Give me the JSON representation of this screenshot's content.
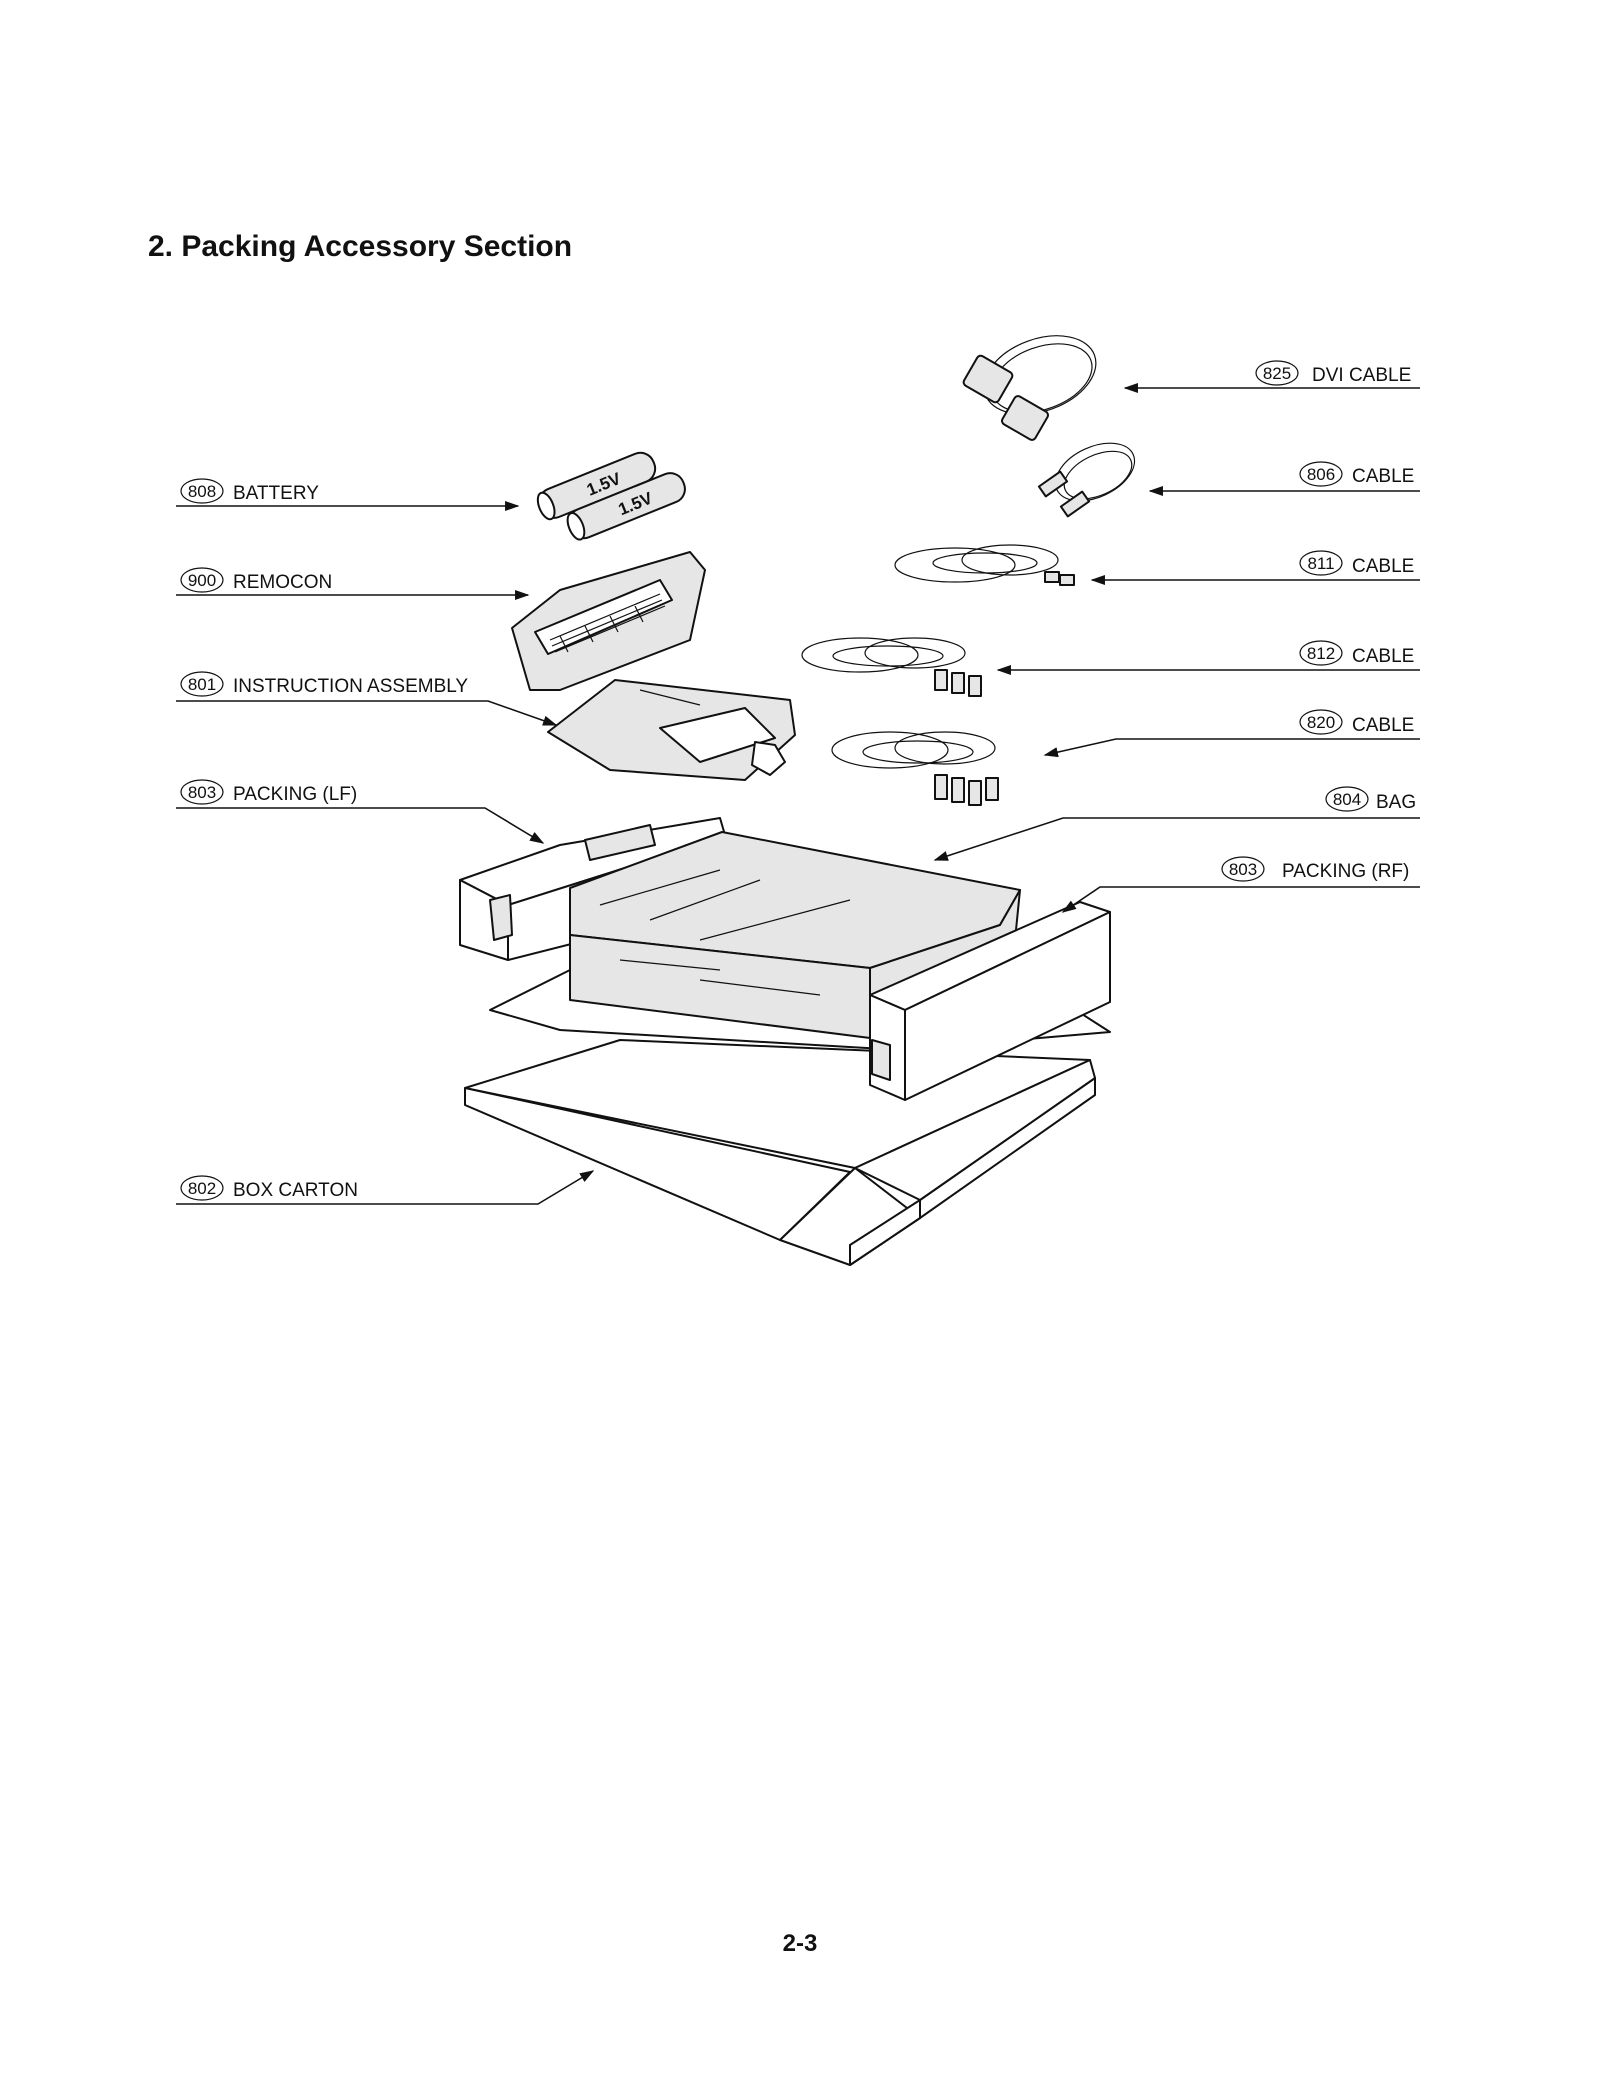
{
  "title": "2. Packing Accessory Section",
  "page_number": "2-3",
  "battery_marking": "1.5V",
  "labels": [
    {
      "id": "dvi-cable",
      "number": "825",
      "text": "DVI CABLE"
    },
    {
      "id": "cable-806",
      "number": "806",
      "text": "CABLE"
    },
    {
      "id": "battery",
      "number": "808",
      "text": "BATTERY"
    },
    {
      "id": "cable-811",
      "number": "811",
      "text": "CABLE"
    },
    {
      "id": "remocon",
      "number": "900",
      "text": "REMOCON"
    },
    {
      "id": "cable-812",
      "number": "812",
      "text": "CABLE"
    },
    {
      "id": "instruction-assembly",
      "number": "801",
      "text": "INSTRUCTION ASSEMBLY"
    },
    {
      "id": "cable-820",
      "number": "820",
      "text": "CABLE"
    },
    {
      "id": "packing-lf",
      "number": "803",
      "text": "PACKING (LF)"
    },
    {
      "id": "bag",
      "number": "804",
      "text": "BAG"
    },
    {
      "id": "packing-rf",
      "number": "803",
      "text": "PACKING (RF)"
    },
    {
      "id": "box-carton",
      "number": "802",
      "text": "BOX CARTON"
    }
  ]
}
